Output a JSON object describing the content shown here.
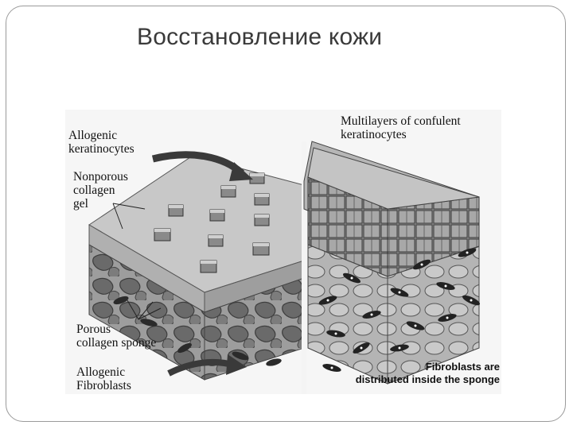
{
  "slide": {
    "title": "Восстановление кожи"
  },
  "figure": {
    "labels": {
      "allogenic_keratinocytes": [
        "Allogenic",
        "keratinocytes"
      ],
      "nonporous_collagen_gel": [
        "Nonporous",
        "collagen",
        "gel"
      ],
      "porous_collagen_sponge": [
        "Porous",
        "collagen sponge"
      ],
      "allogenic_fibroblasts": [
        "Allogenic",
        "Fibroblasts"
      ],
      "multilayers": [
        "Multilayers of confulent",
        "keratinocytes"
      ],
      "fibroblasts_distributed": [
        "Fibroblasts are",
        "distributed inside the sponge"
      ]
    }
  }
}
